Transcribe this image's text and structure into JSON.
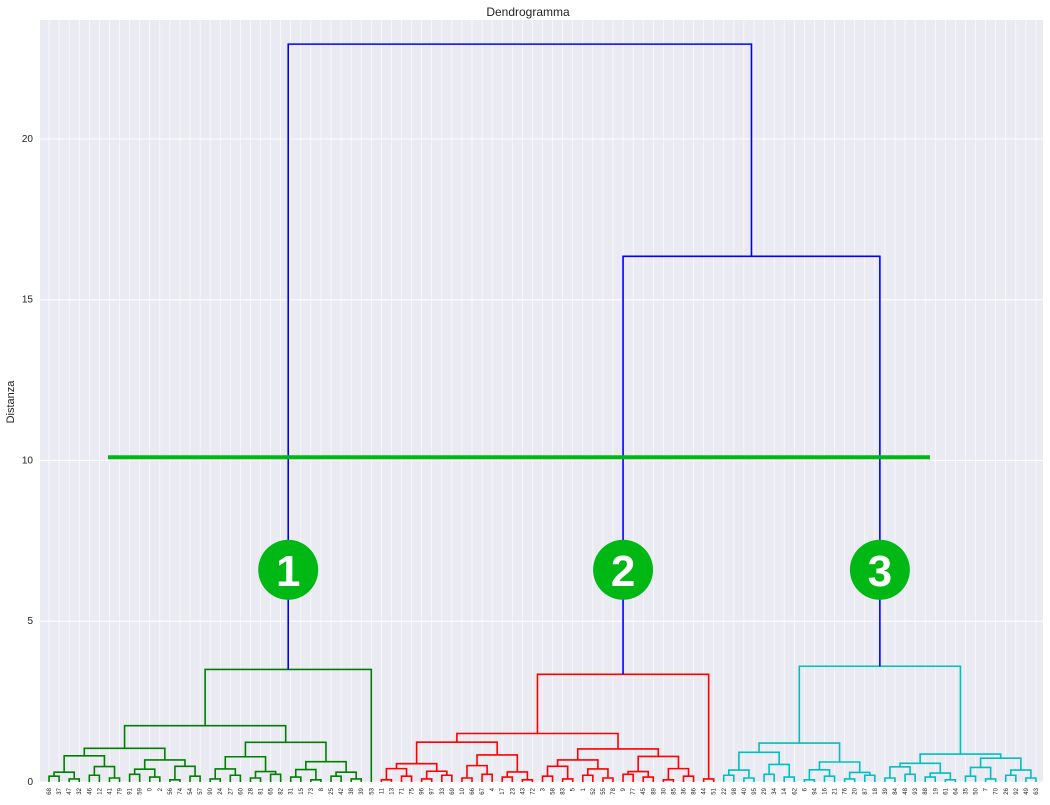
{
  "chart_data": {
    "type": "dendrogram",
    "title": "Dendrogramma",
    "xlabel": "",
    "ylabel": "Distanza",
    "ylim": [
      0,
      23.7
    ],
    "yticks": [
      0,
      5,
      10,
      15,
      20
    ],
    "grid": true,
    "leaf_labels": [
      "68",
      "37",
      "47",
      "32",
      "46",
      "12",
      "41",
      "79",
      "91",
      "59",
      "0",
      "2",
      "56",
      "74",
      "54",
      "57",
      "90",
      "24",
      "27",
      "60",
      "28",
      "81",
      "65",
      "82",
      "31",
      "15",
      "73",
      "8",
      "25",
      "42",
      "38",
      "39",
      "53",
      "11",
      "13",
      "71",
      "75",
      "96",
      "97",
      "33",
      "69",
      "10",
      "66",
      "67",
      "4",
      "17",
      "23",
      "43",
      "72",
      "3",
      "58",
      "83",
      "5",
      "1",
      "52",
      "55",
      "78",
      "9",
      "77",
      "45",
      "89",
      "30",
      "85",
      "36",
      "86",
      "44",
      "51",
      "22",
      "98",
      "40",
      "95",
      "29",
      "34",
      "14",
      "62",
      "6",
      "94",
      "16",
      "21",
      "76",
      "20",
      "87",
      "18",
      "39",
      "84",
      "48",
      "93",
      "88",
      "19",
      "61",
      "64",
      "35",
      "50",
      "7",
      "70",
      "26",
      "92",
      "49",
      "63"
    ],
    "cut_height": 10.1,
    "clusters": [
      {
        "label": "1",
        "color": "#008000",
        "merge_height": 3.5
      },
      {
        "label": "2",
        "color": "#ff0000",
        "merge_height": 3.35
      },
      {
        "label": "3",
        "color": "#00bfbf",
        "merge_height": 3.6
      }
    ],
    "top_merges": [
      {
        "between": "2+3",
        "height": 16.35,
        "color": "#0000ff"
      },
      {
        "between": "1+(2+3)",
        "height": 22.95,
        "color": "#0000ff"
      }
    ],
    "cut_line_color": "#00b814"
  }
}
